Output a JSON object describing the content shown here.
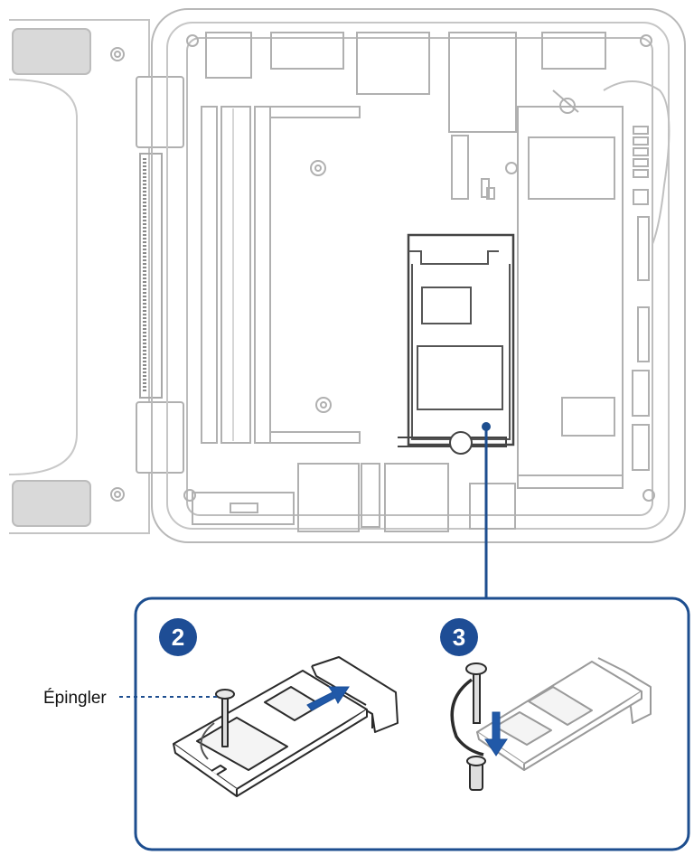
{
  "colors": {
    "outline": "#b0b0b0",
    "outline_light": "#cfcfcf",
    "accent_blue": "#1d4e8f",
    "badge_blue": "#1e4d95",
    "arrow_blue": "#2159a8",
    "label_text": "#111111"
  },
  "steps": [
    {
      "number": "2"
    },
    {
      "number": "3"
    }
  ],
  "pin_label": "Épingler",
  "icons": [
    "device-motherboard-outline",
    "m2-slot",
    "standoff-pin",
    "insert-arrow",
    "down-arrow"
  ]
}
